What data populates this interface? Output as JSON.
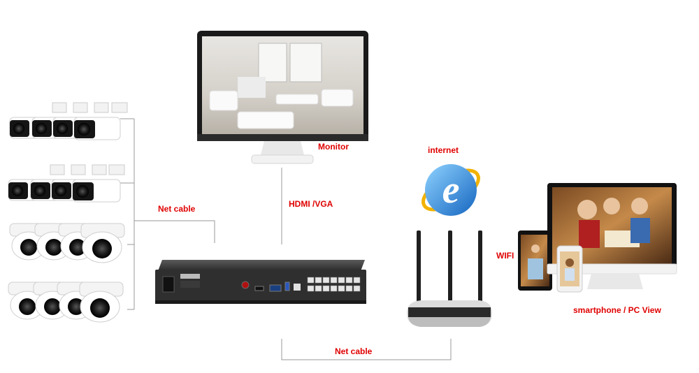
{
  "labels": {
    "monitor": "Monitor",
    "internet": "internet",
    "hdmi_vga": "HDMI /VGA",
    "net_cable_left": "Net cable",
    "wifi": "WIFI",
    "smartphone_pc": "smartphone / PC View",
    "net_cable_bottom": "Net cable"
  },
  "colors": {
    "label": "#e00000",
    "line": "#9a9a9a"
  }
}
